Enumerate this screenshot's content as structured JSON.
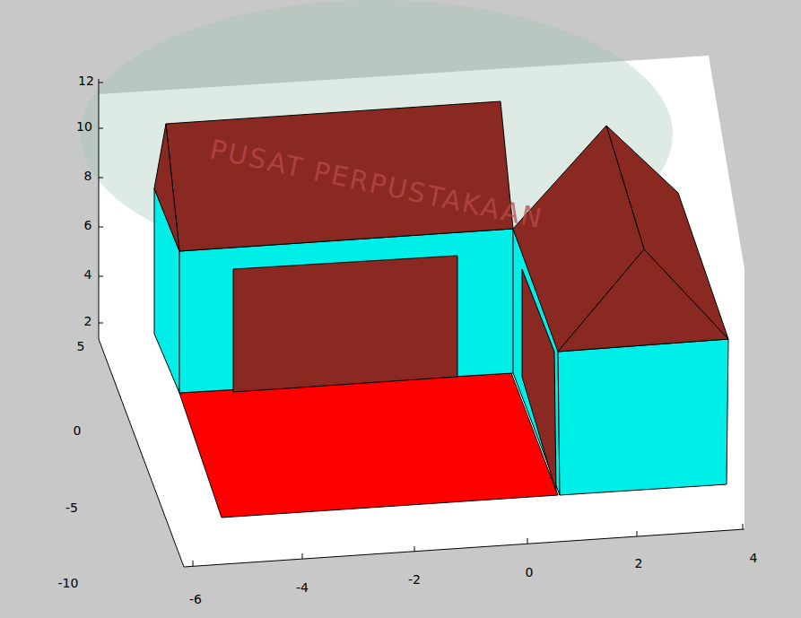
{
  "diagram": {
    "labels": [
      "12",
      "10",
      "8",
      "6",
      "4",
      "2",
      "5",
      "0",
      "-5",
      "-10",
      "-6",
      "-4",
      "-2",
      "0",
      "2",
      "4",
      "PUSAT PERPUSTAKAAN"
    ]
  }
}
